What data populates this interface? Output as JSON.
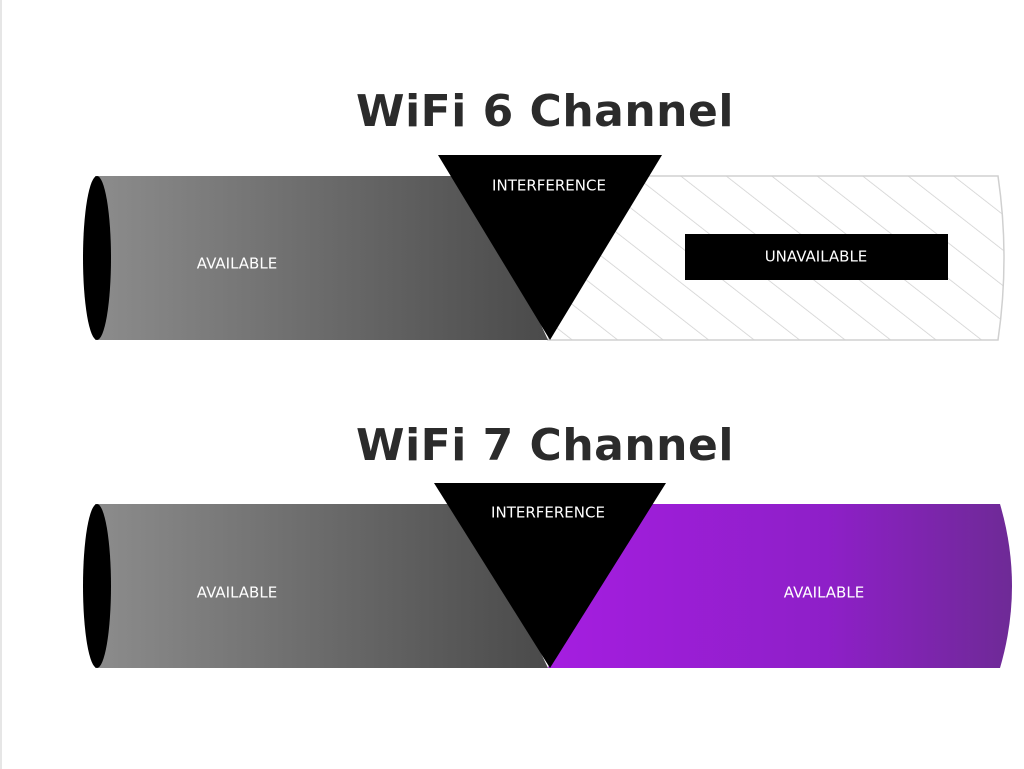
{
  "wifi6": {
    "title": "WiFi 6 Channel",
    "available_label": "AVAILABLE",
    "interference_label": "INTERFERENCE",
    "unavailable_label": "UNAVAILABLE"
  },
  "wifi7": {
    "title": "WiFi 7 Channel",
    "available_left_label": "AVAILABLE",
    "interference_label": "INTERFERENCE",
    "available_right_label": "AVAILABLE"
  },
  "colors": {
    "available_gray": "#5a5a5a",
    "interference_black": "#000000",
    "wifi7_purple": "#9a1fd2",
    "title_text": "#2b2b2b"
  }
}
